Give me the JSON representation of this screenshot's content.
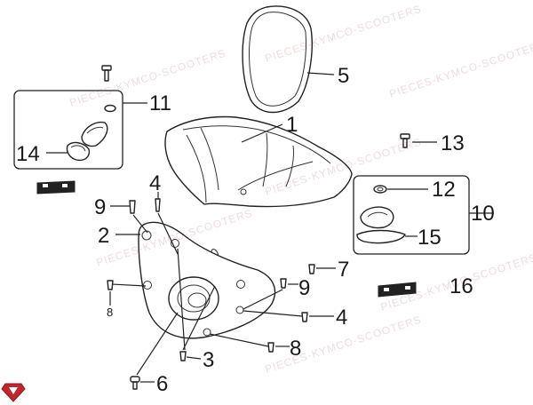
{
  "callouts": {
    "c1": "1",
    "c2": "2",
    "c3": "3",
    "c4a": "4",
    "c4b": "4",
    "c5": "5",
    "c6": "6",
    "c7": "7",
    "c8a": "8",
    "c8b": "8",
    "c9a": "9",
    "c9b": "9",
    "c10": "10",
    "c11": "11",
    "c12": "12",
    "c13": "13",
    "c14": "14",
    "c15": "15",
    "c16": "16"
  },
  "watermark": {
    "text": "PIECES-KYMCO-SCOOTERS",
    "color": "#d9b3b3"
  },
  "logo": {
    "color": "#c0272d"
  }
}
